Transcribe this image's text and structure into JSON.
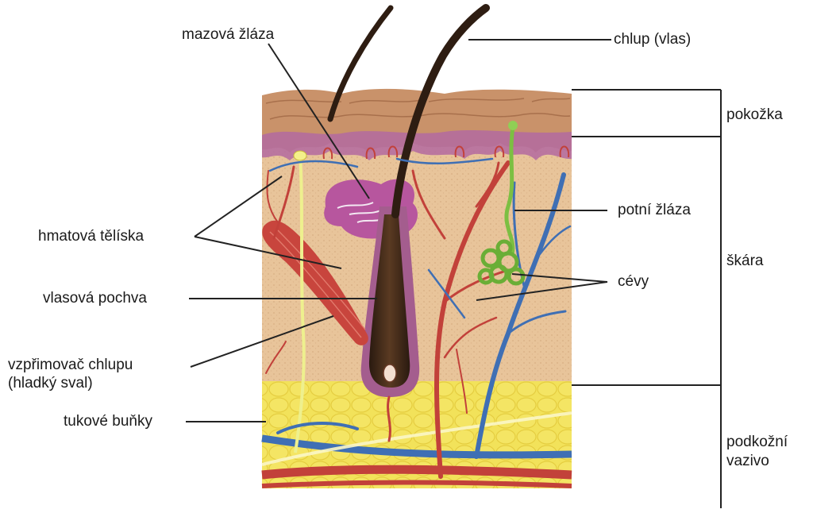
{
  "labels": {
    "sebaceous_gland": "mazová žláza",
    "hair": "chlup (vlas)",
    "epidermis": "pokožka",
    "touch_corpuscles": "hmatová tělíska",
    "sweat_gland": "potní žláza",
    "dermis": "škára",
    "vessels": "cévy",
    "hair_sheath": "vlasová pochva",
    "arrector_pili_line1": "vzpřimovač chlupu",
    "arrector_pili_line2": "(hladký sval)",
    "fat_cells": "tukové buňky",
    "subcutis_line1": "podkožní",
    "subcutis_line2": "vazivo"
  },
  "colors": {
    "epidermis": "#c9926a",
    "dermis": "#e8c49a",
    "sebaceous": "#b7569e",
    "fat": "#f2e25a",
    "artery": "#c2413a",
    "vein": "#3f6fb4",
    "nerve": "#e9ef8a",
    "sweat_gland": "#8fcf55",
    "hair": "#3a2518",
    "muscle": "#c8453d"
  }
}
